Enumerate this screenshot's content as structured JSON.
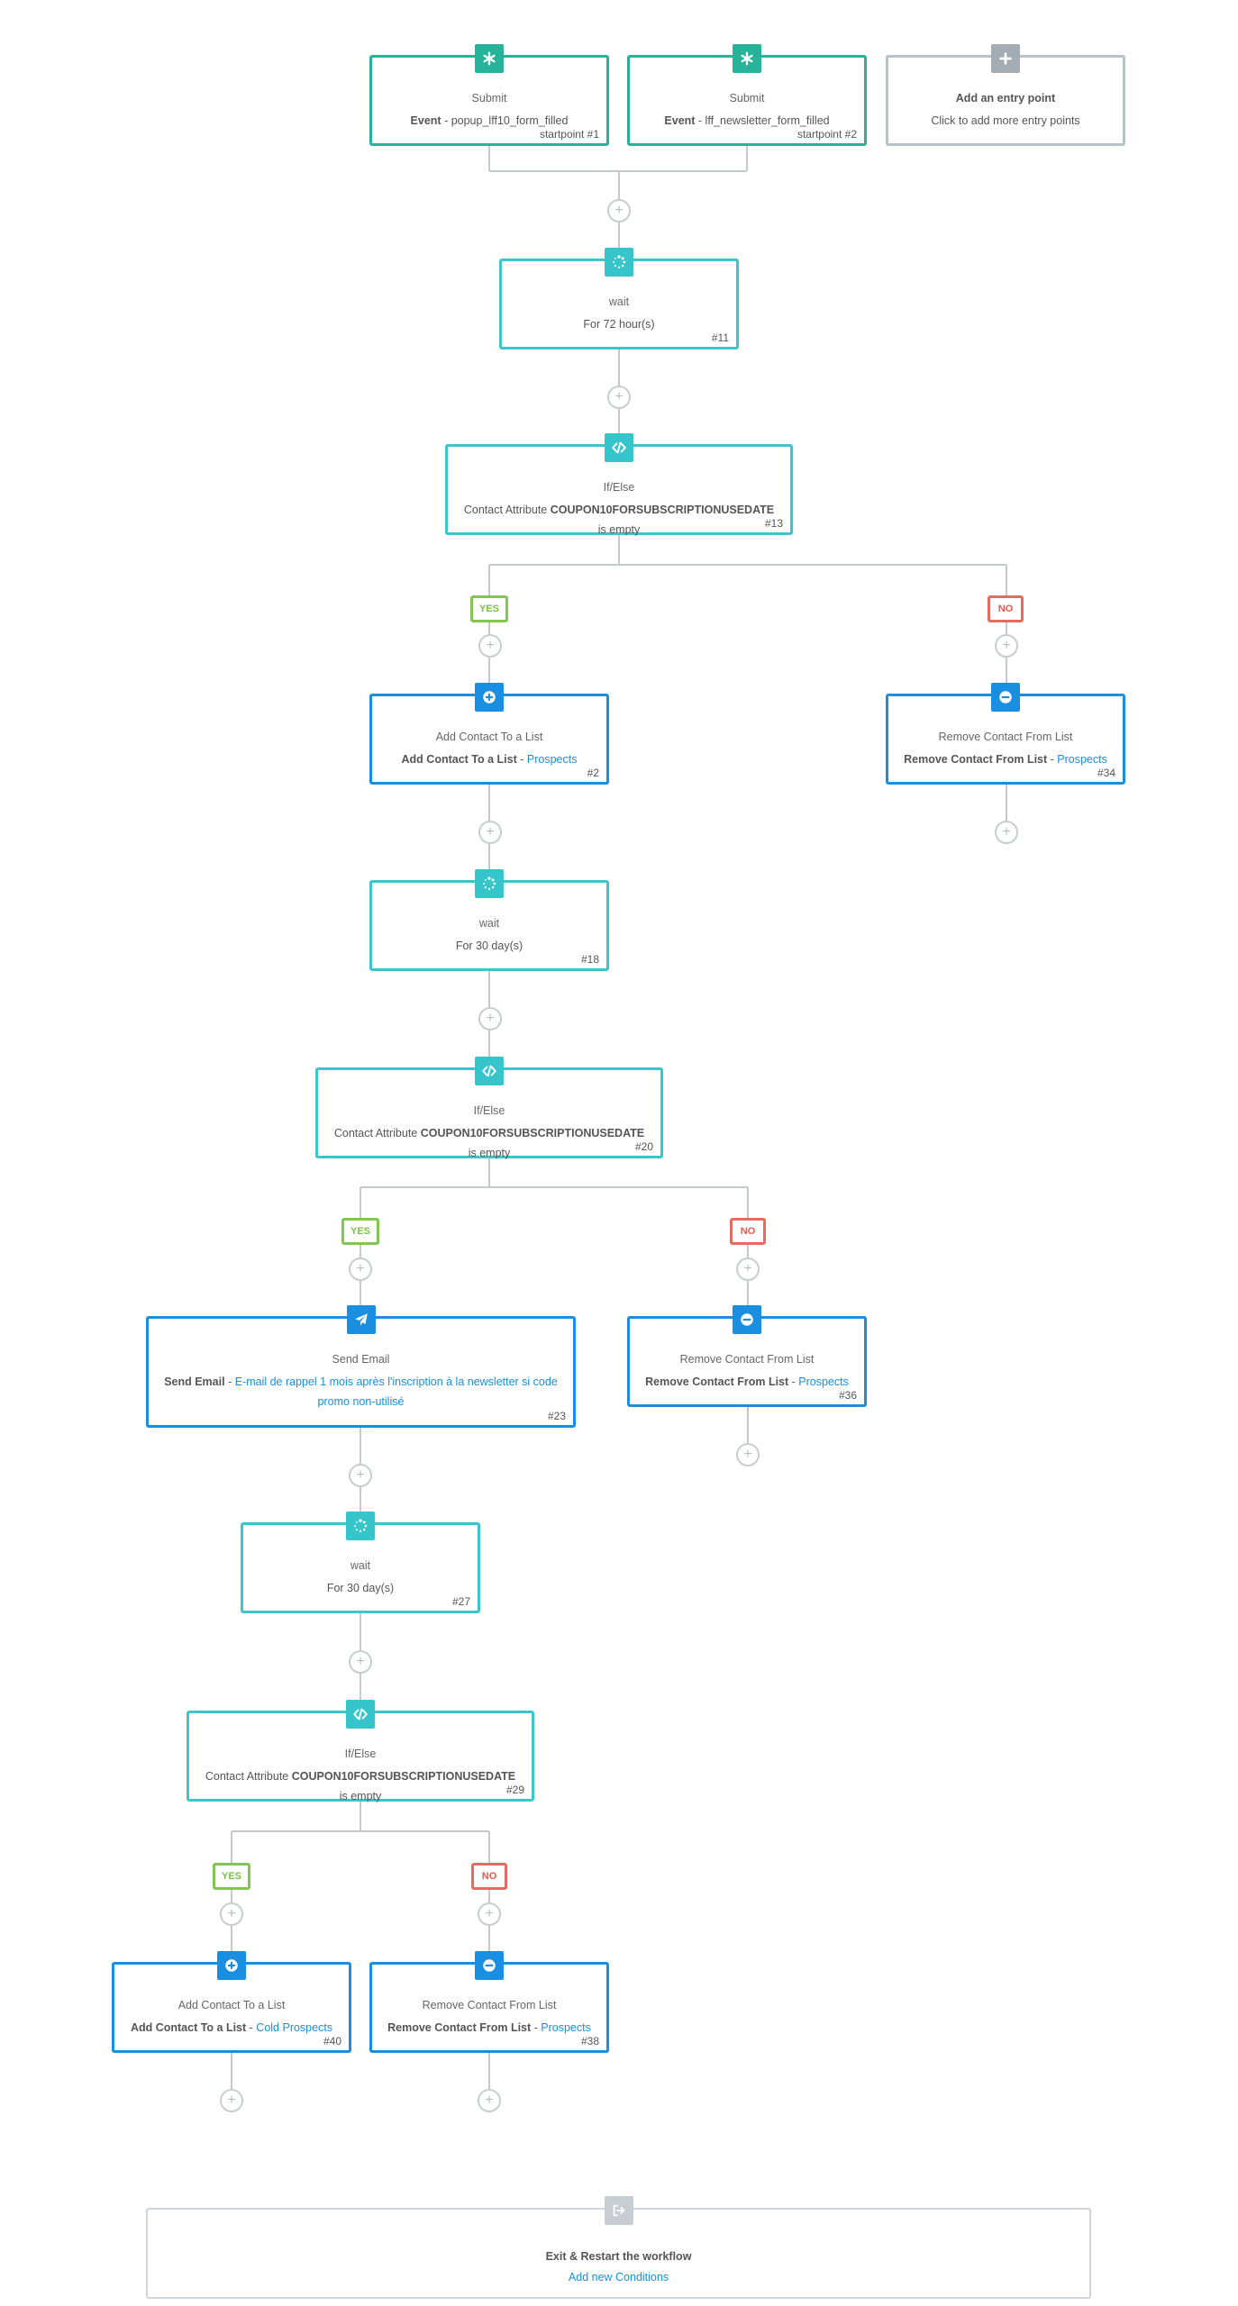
{
  "nodes": {
    "n_sp1": {
      "title": "Submit",
      "detail_bold": "Event",
      "detail_text": " - popup_lff10_form_filled",
      "number": "startpoint #1",
      "icon": "asterisk-icon"
    },
    "n_sp2": {
      "title": "Submit",
      "detail_bold": "Event",
      "detail_text": " - lff_newsletter_form_filled",
      "number": "startpoint #2",
      "icon": "asterisk-icon"
    },
    "n_entry": {
      "title": "Add an entry point",
      "detail": "Click to add more entry points",
      "icon": "plus-icon"
    },
    "n_11": {
      "title": "wait",
      "detail": "For 72 hour(s)",
      "number": "#11",
      "icon": "spinner-icon"
    },
    "n_13": {
      "title": "If/Else",
      "detail_pre": "Contact Attribute ",
      "detail_bold": "COUPON10FORSUBSCRIPTIONUSEDATE",
      "detail_post": " is empty",
      "number": "#13",
      "icon": "code-icon"
    },
    "n_2": {
      "title": "Add Contact To a List",
      "detail_bold": "Add Contact To a List",
      "detail_sep": " - ",
      "detail_link": "Prospects",
      "number": "#2",
      "icon": "plus-circle-icon"
    },
    "n_34": {
      "title": "Remove Contact From List",
      "detail_bold": "Remove Contact From List",
      "detail_sep": " - ",
      "detail_link": "Prospects",
      "number": "#34",
      "icon": "minus-circle-icon"
    },
    "n_18": {
      "title": "wait",
      "detail": "For 30 day(s)",
      "number": "#18",
      "icon": "spinner-icon"
    },
    "n_20": {
      "title": "If/Else",
      "detail_pre": "Contact Attribute ",
      "detail_bold": "COUPON10FORSUBSCRIPTIONUSEDATE",
      "detail_post": " is empty",
      "number": "#20",
      "icon": "code-icon"
    },
    "n_23": {
      "title": "Send Email",
      "detail_bold": "Send Email",
      "detail_sep": " - ",
      "detail_link": "E-mail de rappel 1 mois après l'inscription à la newsletter si code promo non-utilisé",
      "number": "#23",
      "icon": "paper-plane-icon"
    },
    "n_36": {
      "title": "Remove Contact From List",
      "detail_bold": "Remove Contact From List",
      "detail_sep": " - ",
      "detail_link": "Prospects",
      "number": "#36",
      "icon": "minus-circle-icon"
    },
    "n_27": {
      "title": "wait",
      "detail": "For 30 day(s)",
      "number": "#27",
      "icon": "spinner-icon"
    },
    "n_29": {
      "title": "If/Else",
      "detail_pre": "Contact Attribute ",
      "detail_bold": "COUPON10FORSUBSCRIPTIONUSEDATE",
      "detail_post": " is empty",
      "number": "#29",
      "icon": "code-icon"
    },
    "n_40": {
      "title": "Add Contact To a List",
      "detail_bold": "Add Contact To a List",
      "detail_sep": " - ",
      "detail_link": "Cold Prospects",
      "number": "#40",
      "icon": "plus-circle-icon"
    },
    "n_38": {
      "title": "Remove Contact From List",
      "detail_bold": "Remove Contact From List",
      "detail_sep": " - ",
      "detail_link": "Prospects",
      "number": "#38",
      "icon": "minus-circle-icon"
    },
    "n_exit": {
      "title": "Exit & Restart the workflow",
      "detail": "Add new Conditions",
      "icon": "exit-icon"
    }
  },
  "branch_labels": {
    "yes": "YES",
    "no": "NO"
  },
  "plus_glyph": "+",
  "colors": {
    "trigger": "#26b399",
    "entry": "#b7c1c6",
    "wait_condition": "#3cc6cc",
    "action": "#1a8ee1",
    "link": "#1a8ee1",
    "yes": "#7cc04a",
    "no": "#e55a4e",
    "connector": "#c5c9cc"
  }
}
